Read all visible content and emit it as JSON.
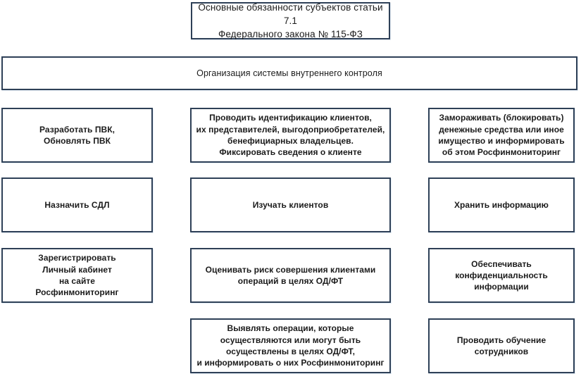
{
  "diagram": {
    "type": "hierarchy-flowchart",
    "language": "ru",
    "colors": {
      "border": "#2e4057",
      "background": "#ffffff",
      "text": "#1b1b1b"
    },
    "title_node": {
      "label": "Основные обязанности субъектов статьи 7.1\nФедерального закона № 115-ФЗ"
    },
    "band_node": {
      "label": "Организация системы внутреннего контроля"
    },
    "columns": {
      "left": [
        {
          "label": "Разработать ПВК,\nОбновлять ПВК"
        },
        {
          "label": "Назначить СДЛ"
        },
        {
          "label": "Зарегистрировать\nЛичный кабинет\nна сайте\nРосфинмониторинг"
        }
      ],
      "center": [
        {
          "label": "Проводить идентификацию клиентов,\nих представителей, выгодоприобретателей,\nбенефициарных владельцев.\nФиксировать сведения о клиенте"
        },
        {
          "label": "Изучать клиентов"
        },
        {
          "label": "Оценивать риск совершения клиентами\nопераций в целях ОД/ФТ"
        },
        {
          "label": "Выявлять операции, которые\nосуществляются или могут быть\nосуществлены в целях ОД/ФТ,\nи информировать о них Росфинмониторинг"
        }
      ],
      "right": [
        {
          "label": "Замораживать (блокировать)\nденежные средства или иное\nимущество и информировать\nоб этом Росфинмониторинг"
        },
        {
          "label": "Хранить информацию"
        },
        {
          "label": "Обеспечивать\nконфиденциальность\nинформации"
        },
        {
          "label": "Проводить обучение\nсотрудников"
        }
      ]
    }
  }
}
